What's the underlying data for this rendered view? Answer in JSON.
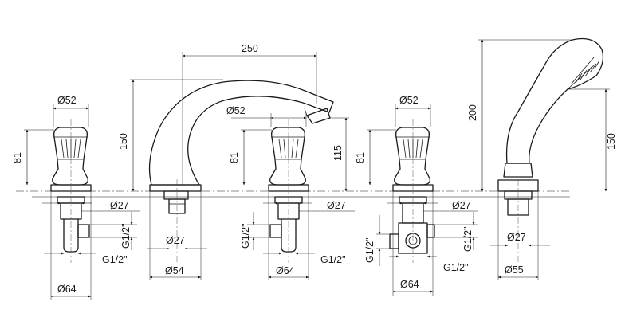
{
  "dimensions": {
    "handle1": {
      "head_dia": "Ø52",
      "height": "81",
      "thread_dia": "Ø27",
      "thread": "G1/2\"",
      "outlet": "G1/2\"",
      "base_dia": "Ø64"
    },
    "spout": {
      "length": "250",
      "height": "150",
      "mount_dia": "Ø27",
      "base_dia": "Ø54"
    },
    "handle2": {
      "head_dia": "Ø52",
      "height": "81",
      "spout_height": "115",
      "thread_dia": "Ø27",
      "thread": "G1/2\"",
      "outlet": "G1/2\"",
      "base_dia": "Ø64"
    },
    "handle3": {
      "head_dia": "Ø52",
      "height": "81",
      "thread_dia": "Ø27",
      "inlet": "G1/2\"",
      "thread": "G1/2\"",
      "outlet": "G1/2\"",
      "base_dia": "Ø64"
    },
    "shower": {
      "height": "200",
      "body_height": "150",
      "mount_dia": "Ø27",
      "base_dia": "Ø55"
    }
  }
}
